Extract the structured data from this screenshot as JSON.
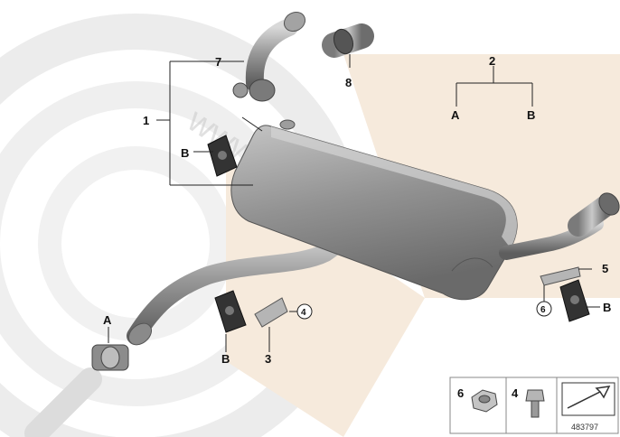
{
  "watermark": "www.BMWstore.pl",
  "diagram_code": "483797",
  "callouts": {
    "c1": "1",
    "c2": "2",
    "c3": "3",
    "c4": "4",
    "c5": "5",
    "c6": "6",
    "c7": "7",
    "c8": "8",
    "a_left": "A",
    "a_right": "A",
    "b_right_top": "B",
    "b_left_hanger": "B",
    "b_bottom": "B",
    "b_right_hanger": "B",
    "circ4": "4",
    "circ6": "6"
  },
  "legend": {
    "item6": "6",
    "item4": "4"
  }
}
